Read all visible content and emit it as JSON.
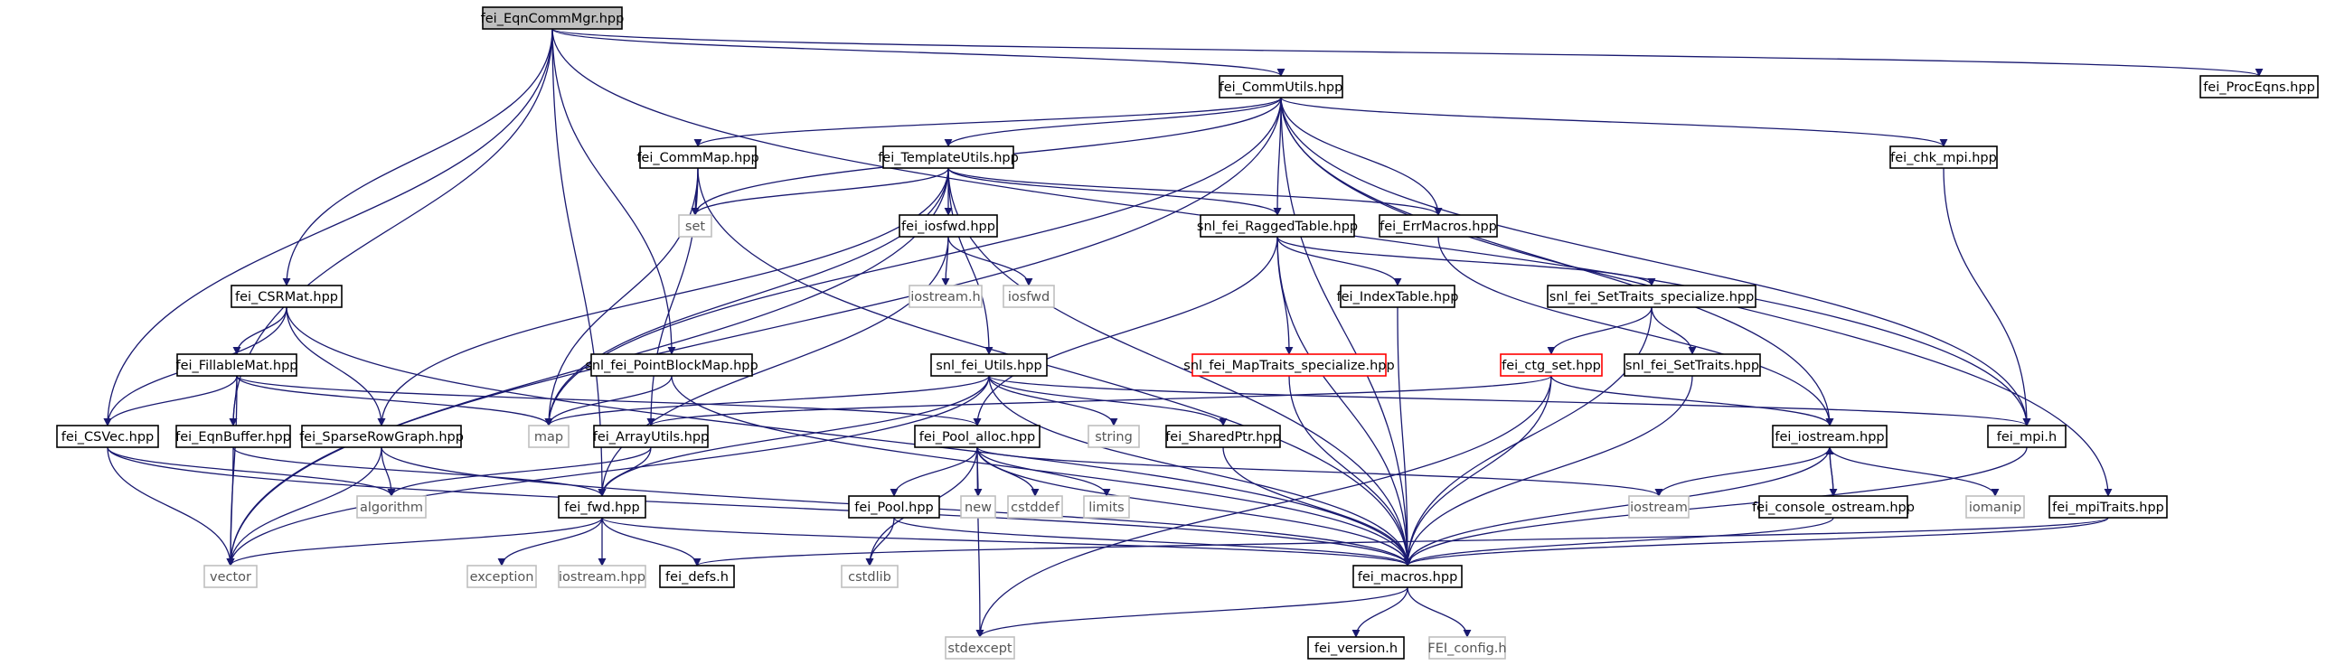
{
  "colors": {
    "edge": "#191970",
    "root_fill": "#bfbfbf",
    "external_border": "#bfbfbf",
    "missing_border": "#ff0000",
    "node_border": "#000000"
  },
  "nodes": [
    {
      "id": "root",
      "label": "fei_EqnCommMgr.hpp",
      "kind": "root"
    },
    {
      "id": "commutils",
      "label": "fei_CommUtils.hpp",
      "kind": "solid"
    },
    {
      "id": "proceqns",
      "label": "fei_ProcEqns.hpp",
      "kind": "solid"
    },
    {
      "id": "commmap",
      "label": "fei_CommMap.hpp",
      "kind": "solid"
    },
    {
      "id": "templateutils",
      "label": "fei_TemplateUtils.hpp",
      "kind": "solid"
    },
    {
      "id": "chkmpi",
      "label": "fei_chk_mpi.hpp",
      "kind": "solid"
    },
    {
      "id": "set",
      "label": "set",
      "kind": "ext"
    },
    {
      "id": "iosfwdh",
      "label": "fei_iosfwd.hpp",
      "kind": "solid"
    },
    {
      "id": "ragged",
      "label": "snl_fei_RaggedTable.hpp",
      "kind": "solid"
    },
    {
      "id": "errmacros",
      "label": "fei_ErrMacros.hpp",
      "kind": "solid"
    },
    {
      "id": "iostreamh",
      "label": "iostream.h",
      "kind": "ext"
    },
    {
      "id": "iosfwd",
      "label": "iosfwd",
      "kind": "ext"
    },
    {
      "id": "indextable",
      "label": "fei_IndexTable.hpp",
      "kind": "solid"
    },
    {
      "id": "settraitsspec",
      "label": "snl_fei_SetTraits_specialize.hpp",
      "kind": "solid"
    },
    {
      "id": "csrmat",
      "label": "fei_CSRMat.hpp",
      "kind": "solid"
    },
    {
      "id": "maptraitsspec",
      "label": "snl_fei_MapTraits_specialize.hpp",
      "kind": "red"
    },
    {
      "id": "ctgset",
      "label": "fei_ctg_set.hpp",
      "kind": "red"
    },
    {
      "id": "settraits",
      "label": "snl_fei_SetTraits.hpp",
      "kind": "solid"
    },
    {
      "id": "fillablemat",
      "label": "fei_FillableMat.hpp",
      "kind": "solid"
    },
    {
      "id": "pointblockmap",
      "label": "snl_fei_PointBlockMap.hpp",
      "kind": "solid"
    },
    {
      "id": "snlutils",
      "label": "snl_fei_Utils.hpp",
      "kind": "solid"
    },
    {
      "id": "csvec",
      "label": "fei_CSVec.hpp",
      "kind": "solid"
    },
    {
      "id": "eqnbuffer",
      "label": "fei_EqnBuffer.hpp",
      "kind": "solid"
    },
    {
      "id": "sparserowgraph",
      "label": "fei_SparseRowGraph.hpp",
      "kind": "solid"
    },
    {
      "id": "map",
      "label": "map",
      "kind": "ext"
    },
    {
      "id": "arrayutils",
      "label": "fei_ArrayUtils.hpp",
      "kind": "solid"
    },
    {
      "id": "poolalloc",
      "label": "fei_Pool_alloc.hpp",
      "kind": "solid"
    },
    {
      "id": "string",
      "label": "string",
      "kind": "ext"
    },
    {
      "id": "sharedptr",
      "label": "fei_SharedPtr.hpp",
      "kind": "solid"
    },
    {
      "id": "iostreamhpp",
      "label": "fei_iostream.hpp",
      "kind": "solid"
    },
    {
      "id": "mpih",
      "label": "fei_mpi.h",
      "kind": "solid"
    },
    {
      "id": "algorithm",
      "label": "algorithm",
      "kind": "ext"
    },
    {
      "id": "fwd",
      "label": "fei_fwd.hpp",
      "kind": "solid"
    },
    {
      "id": "pool",
      "label": "fei_Pool.hpp",
      "kind": "solid"
    },
    {
      "id": "new",
      "label": "new",
      "kind": "ext"
    },
    {
      "id": "cstddef",
      "label": "cstddef",
      "kind": "ext"
    },
    {
      "id": "limits",
      "label": "limits",
      "kind": "ext"
    },
    {
      "id": "iostream",
      "label": "iostream",
      "kind": "ext"
    },
    {
      "id": "consoleostream",
      "label": "fei_console_ostream.hpp",
      "kind": "solid"
    },
    {
      "id": "iomanip",
      "label": "iomanip",
      "kind": "ext"
    },
    {
      "id": "mpitraits",
      "label": "fei_mpiTraits.hpp",
      "kind": "solid"
    },
    {
      "id": "vector",
      "label": "vector",
      "kind": "ext"
    },
    {
      "id": "exception",
      "label": "exception",
      "kind": "ext"
    },
    {
      "id": "iostreamhpp2",
      "label": "iostream.hpp",
      "kind": "ext"
    },
    {
      "id": "defs",
      "label": "fei_defs.h",
      "kind": "solid"
    },
    {
      "id": "cstdlib",
      "label": "cstdlib",
      "kind": "ext"
    },
    {
      "id": "macros",
      "label": "fei_macros.hpp",
      "kind": "solid"
    },
    {
      "id": "stdexcept",
      "label": "stdexcept",
      "kind": "ext"
    },
    {
      "id": "version",
      "label": "fei_version.h",
      "kind": "solid"
    },
    {
      "id": "config",
      "label": "FEI_config.h",
      "kind": "ext"
    }
  ],
  "edges": [
    [
      "root",
      "commutils"
    ],
    [
      "root",
      "proceqns"
    ],
    [
      "root",
      "csrmat"
    ],
    [
      "root",
      "pointblockmap"
    ],
    [
      "root",
      "csvec"
    ],
    [
      "root",
      "eqnbuffer"
    ],
    [
      "root",
      "fwd"
    ],
    [
      "root",
      "mpih"
    ],
    [
      "commutils",
      "commmap"
    ],
    [
      "commutils",
      "templateutils"
    ],
    [
      "commutils",
      "chkmpi"
    ],
    [
      "commutils",
      "set"
    ],
    [
      "commutils",
      "ragged"
    ],
    [
      "commutils",
      "errmacros"
    ],
    [
      "commutils",
      "map"
    ],
    [
      "commutils",
      "vector"
    ],
    [
      "commutils",
      "iostreamhpp"
    ],
    [
      "commutils",
      "mpih"
    ],
    [
      "commutils",
      "mpitraits"
    ],
    [
      "commutils",
      "macros"
    ],
    [
      "commmap",
      "set"
    ],
    [
      "commmap",
      "map"
    ],
    [
      "commmap",
      "arrayutils"
    ],
    [
      "commmap",
      "macros"
    ],
    [
      "templateutils",
      "set"
    ],
    [
      "templateutils",
      "iosfwdh"
    ],
    [
      "templateutils",
      "ragged"
    ],
    [
      "templateutils",
      "errmacros"
    ],
    [
      "templateutils",
      "map"
    ],
    [
      "templateutils",
      "vector"
    ],
    [
      "templateutils",
      "sparserowgraph"
    ],
    [
      "templateutils",
      "snlutils"
    ],
    [
      "templateutils",
      "macros"
    ],
    [
      "chkmpi",
      "mpih"
    ],
    [
      "iosfwdh",
      "iostreamh"
    ],
    [
      "iosfwdh",
      "iosfwd"
    ],
    [
      "iosfwdh",
      "fwd"
    ],
    [
      "ragged",
      "indextable"
    ],
    [
      "ragged",
      "settraitsspec"
    ],
    [
      "ragged",
      "maptraitsspec"
    ],
    [
      "ragged",
      "poolalloc"
    ],
    [
      "ragged",
      "macros"
    ],
    [
      "errmacros",
      "iostreamhpp"
    ],
    [
      "indextable",
      "macros"
    ],
    [
      "settraitsspec",
      "ctgset"
    ],
    [
      "settraitsspec",
      "settraits"
    ],
    [
      "settraitsspec",
      "macros"
    ],
    [
      "maptraitsspec",
      "macros"
    ],
    [
      "ctgset",
      "arrayutils"
    ],
    [
      "ctgset",
      "iostreamhpp"
    ],
    [
      "ctgset",
      "macros"
    ],
    [
      "ctgset",
      "stdexcept"
    ],
    [
      "settraits",
      "macros"
    ],
    [
      "csrmat",
      "fillablemat"
    ],
    [
      "csrmat",
      "csvec"
    ],
    [
      "csrmat",
      "sparserowgraph"
    ],
    [
      "csrmat",
      "macros"
    ],
    [
      "fillablemat",
      "csvec"
    ],
    [
      "fillablemat",
      "eqnbuffer"
    ],
    [
      "fillablemat",
      "map"
    ],
    [
      "fillablemat",
      "vector"
    ],
    [
      "fillablemat",
      "poolalloc"
    ],
    [
      "pointblockmap",
      "map"
    ],
    [
      "pointblockmap",
      "macros"
    ],
    [
      "snlutils",
      "map"
    ],
    [
      "snlutils",
      "string"
    ],
    [
      "snlutils",
      "sharedptr"
    ],
    [
      "snlutils",
      "vector"
    ],
    [
      "snlutils",
      "fwd"
    ],
    [
      "snlutils",
      "mpih"
    ],
    [
      "snlutils",
      "macros"
    ],
    [
      "csvec",
      "vector"
    ],
    [
      "csvec",
      "algorithm"
    ],
    [
      "csvec",
      "macros"
    ],
    [
      "eqnbuffer",
      "vector"
    ],
    [
      "eqnbuffer",
      "fwd"
    ],
    [
      "sparserowgraph",
      "vector"
    ],
    [
      "sparserowgraph",
      "algorithm"
    ],
    [
      "sparserowgraph",
      "macros"
    ],
    [
      "arrayutils",
      "algorithm"
    ],
    [
      "arrayutils",
      "fwd"
    ],
    [
      "poolalloc",
      "pool"
    ],
    [
      "poolalloc",
      "new"
    ],
    [
      "poolalloc",
      "cstddef"
    ],
    [
      "poolalloc",
      "limits"
    ],
    [
      "poolalloc",
      "stdexcept"
    ],
    [
      "poolalloc",
      "cstdlib"
    ],
    [
      "poolalloc",
      "iostream"
    ],
    [
      "poolalloc",
      "macros"
    ],
    [
      "sharedptr",
      "macros"
    ],
    [
      "iostreamhpp",
      "iostream"
    ],
    [
      "iostreamhpp",
      "consoleostream"
    ],
    [
      "iostreamhpp",
      "iomanip"
    ],
    [
      "iostreamhpp",
      "macros"
    ],
    [
      "consoleostream",
      "iostreamhpp"
    ],
    [
      "consoleostream",
      "macros"
    ],
    [
      "mpih",
      "macros"
    ],
    [
      "mpitraits",
      "defs"
    ],
    [
      "mpitraits",
      "macros"
    ],
    [
      "fwd",
      "vector"
    ],
    [
      "fwd",
      "exception"
    ],
    [
      "fwd",
      "iostreamhpp2"
    ],
    [
      "fwd",
      "defs"
    ],
    [
      "fwd",
      "macros"
    ],
    [
      "pool",
      "cstdlib"
    ],
    [
      "pool",
      "macros"
    ],
    [
      "macros",
      "version"
    ],
    [
      "macros",
      "config"
    ],
    [
      "macros",
      "stdexcept"
    ]
  ]
}
